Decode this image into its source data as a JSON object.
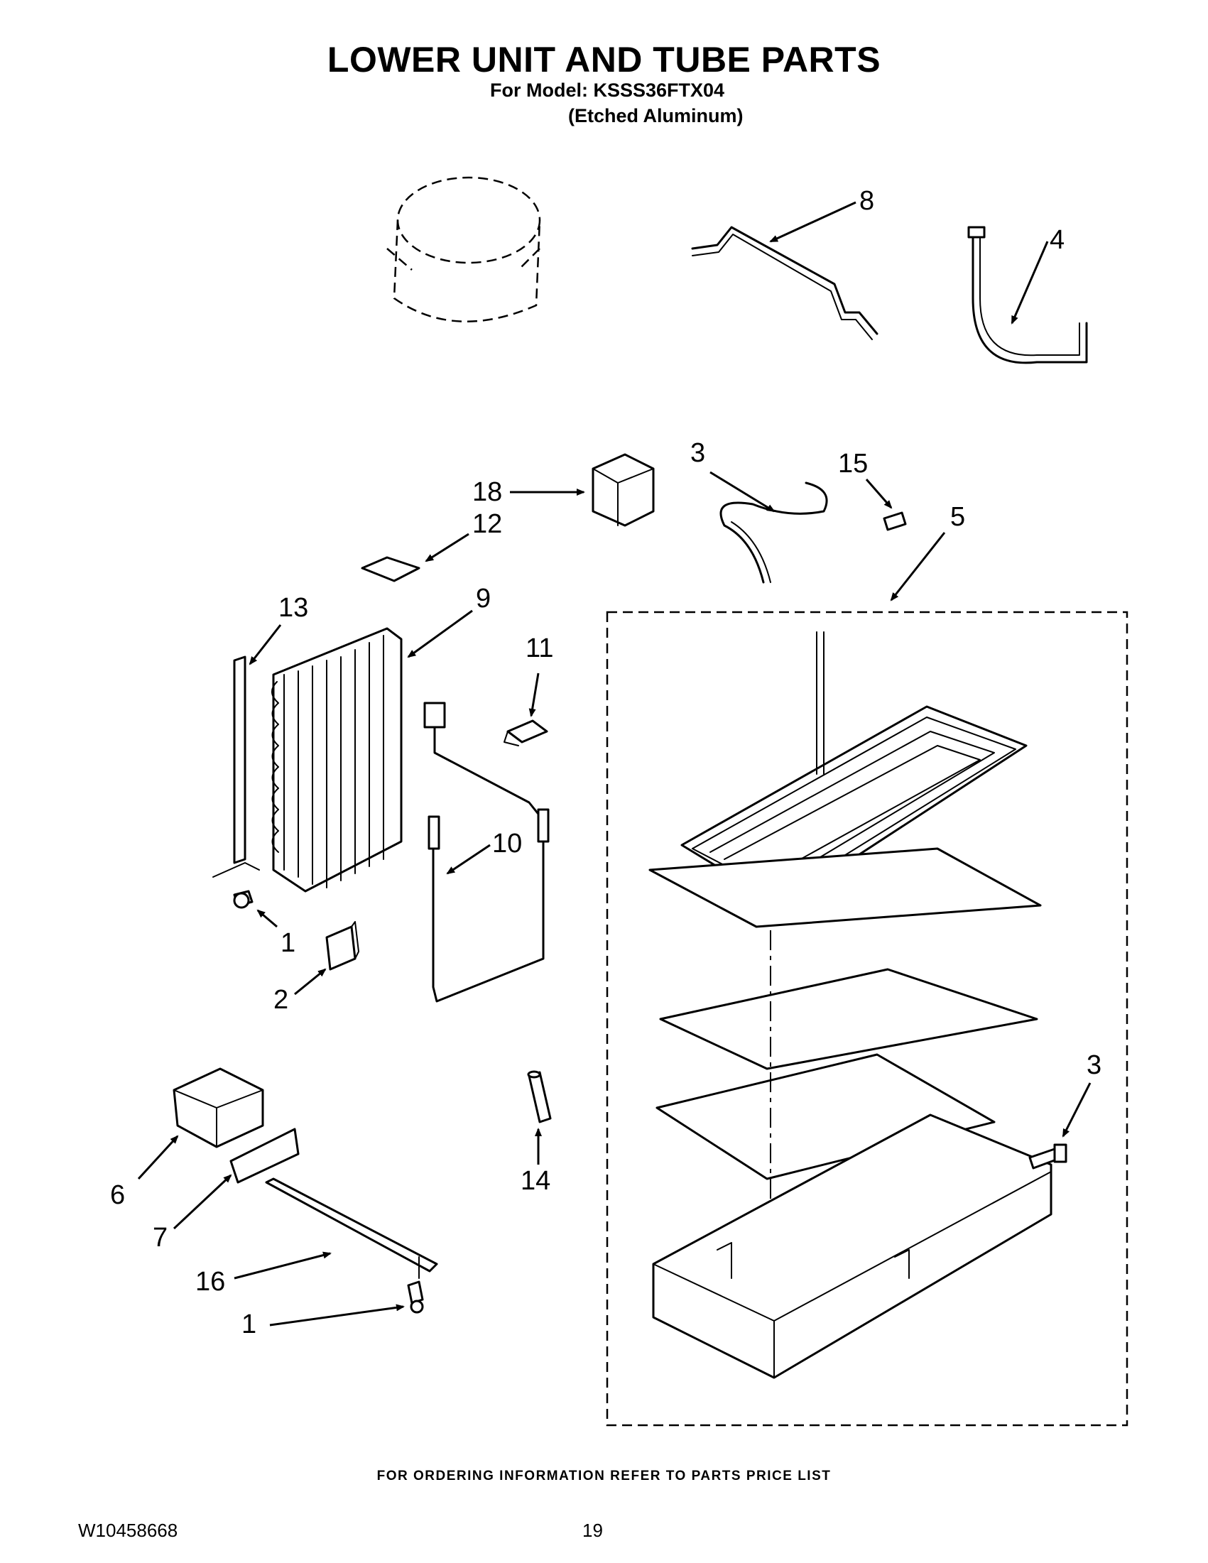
{
  "header": {
    "title": "LOWER UNIT AND TUBE PARTS",
    "model_line": "For Model: KSSS36FTX04",
    "finish_line": "(Etched Aluminum)"
  },
  "callouts": {
    "c8": "8",
    "c4": "4",
    "c3a": "3",
    "c15": "15",
    "c18": "18",
    "c12": "12",
    "c5": "5",
    "c13": "13",
    "c9": "9",
    "c11": "11",
    "c10": "10",
    "c1a": "1",
    "c2": "2",
    "c3b": "3",
    "c14": "14",
    "c6": "6",
    "c7": "7",
    "c16": "16",
    "c1b": "1"
  },
  "footer": {
    "note": "FOR ORDERING INFORMATION REFER TO PARTS PRICE LIST",
    "document_number": "W10458668",
    "page_number": "19"
  }
}
